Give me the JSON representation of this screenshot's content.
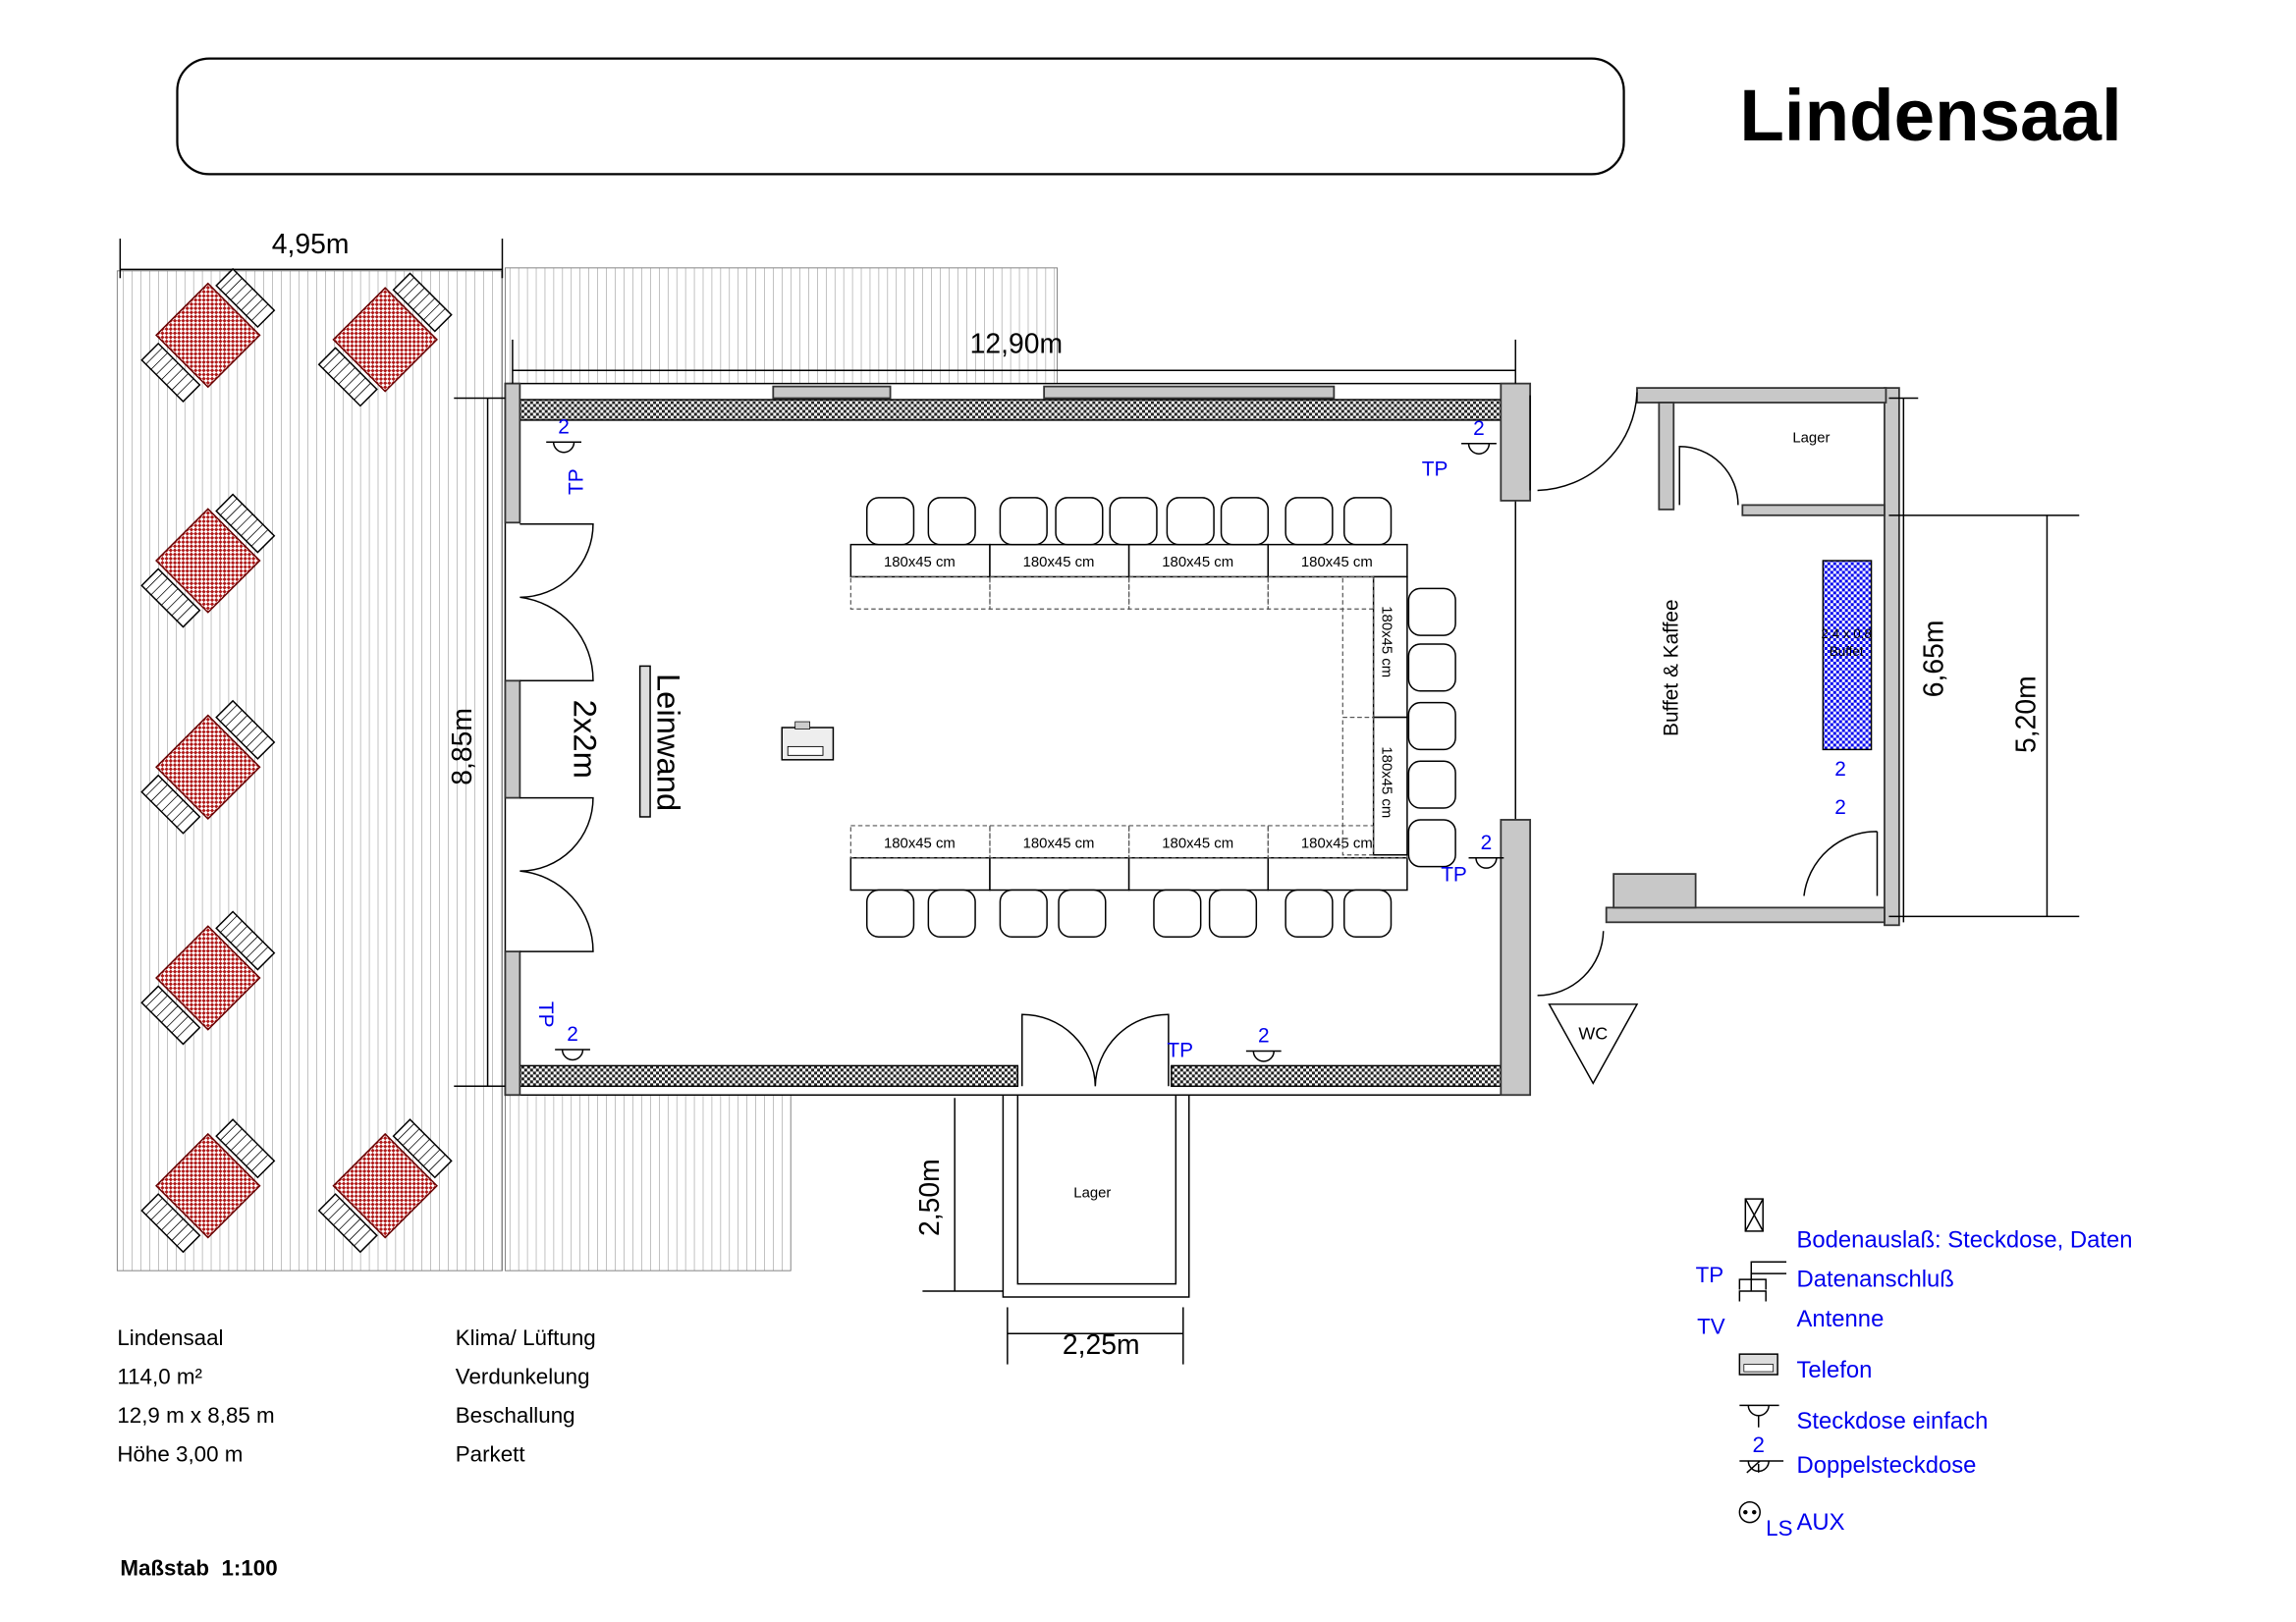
{
  "title": "Lindensaal",
  "title_box_text": "",
  "dimensions": {
    "terrace_width": "4,95m",
    "room_length": "12,90m",
    "room_depth": "8,85m",
    "buffet_depth": "6,65m",
    "buffet_inner": "5,20m",
    "storage_depth": "2,50m",
    "storage_width": "2,25m"
  },
  "screen": {
    "label": "Leinwand",
    "size": "2x2m"
  },
  "rooms": {
    "storage_top": "Lager",
    "storage_bottom": "Lager",
    "buffet": "Buffet & Kaffee",
    "buffet_table": "2,4 x 0,8",
    "buffet_table_sub": "Buffet",
    "wc": "WC"
  },
  "table_label": "180x45 cm",
  "outlets": {
    "tp": "TP",
    "double": "2"
  },
  "info_left": [
    "Lindensaal",
    "114,0 m²",
    "12,9 m x 8,85 m",
    "Höhe 3,00 m"
  ],
  "info_right": [
    "Klima/ Lüftung",
    "Verdunkelung",
    "Beschallung",
    "Parkett"
  ],
  "scale": "Maßstab  1:100",
  "legend": [
    {
      "prefix": "",
      "label": "Bodenauslaß: Steckdose, Daten",
      "icon": "floor-outlet-icon"
    },
    {
      "prefix": "TP",
      "label": "Datenanschluß",
      "icon": "data-port-icon"
    },
    {
      "prefix": "TV",
      "label": "Antenne",
      "icon": "antenna-icon"
    },
    {
      "prefix": "",
      "label": "Telefon",
      "icon": "telephone-icon"
    },
    {
      "prefix": "",
      "label": "Steckdose einfach",
      "icon": "single-socket-icon"
    },
    {
      "prefix": "2",
      "label": "Doppelsteckdose",
      "icon": "double-socket-icon"
    },
    {
      "prefix": "LS",
      "label": "AUX",
      "icon": "speaker-aux-icon"
    }
  ],
  "colors": {
    "blue": "#0000ee",
    "table_red": "#b01818",
    "wall": "#c8c8c8"
  }
}
